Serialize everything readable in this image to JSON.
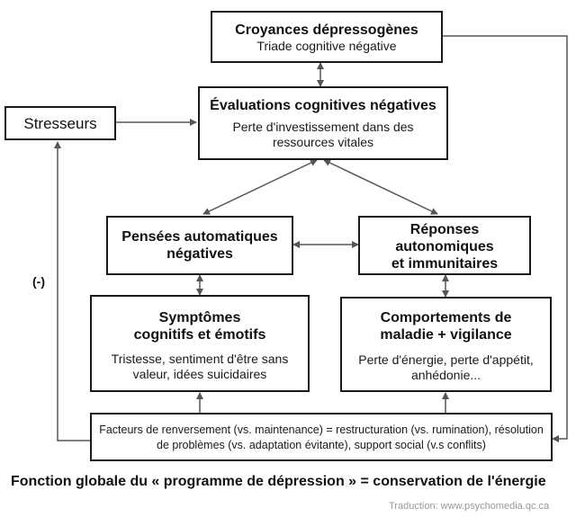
{
  "boxes": {
    "croyances": {
      "title": "Croyances dépressogènes",
      "sub": "Triade cognitive négative"
    },
    "evaluations": {
      "title": "Évaluations cognitives négatives",
      "sub": "Perte d'investissement dans des ressources vitales"
    },
    "stresseurs": {
      "title": "Stresseurs"
    },
    "pensees": {
      "title": "Pensées automatiques négatives"
    },
    "reponses": {
      "title": "Réponses autonomiques et immunitaires"
    },
    "symptomes": {
      "title": "Symptômes cognitifs et émotifs",
      "sub": "Tristesse, sentiment d'être sans valeur, idées suicidaires"
    },
    "comportements": {
      "title": "Comportements de maladie + vigilance",
      "sub": "Perte d'énergie, perte d'appétit, anhédonie..."
    },
    "facteurs": {
      "sub": "Facteurs de renversement (vs. maintenance) = restructuration (vs. rumination), résolution de problèmes (vs. adaptation évitante), support social (v.s conflits)"
    }
  },
  "negative_label": "(-)",
  "caption": "Fonction globale du « programme de dépression » = conservation de l'énergie",
  "credit": "Traduction: www.psychomedia.qc.ca"
}
